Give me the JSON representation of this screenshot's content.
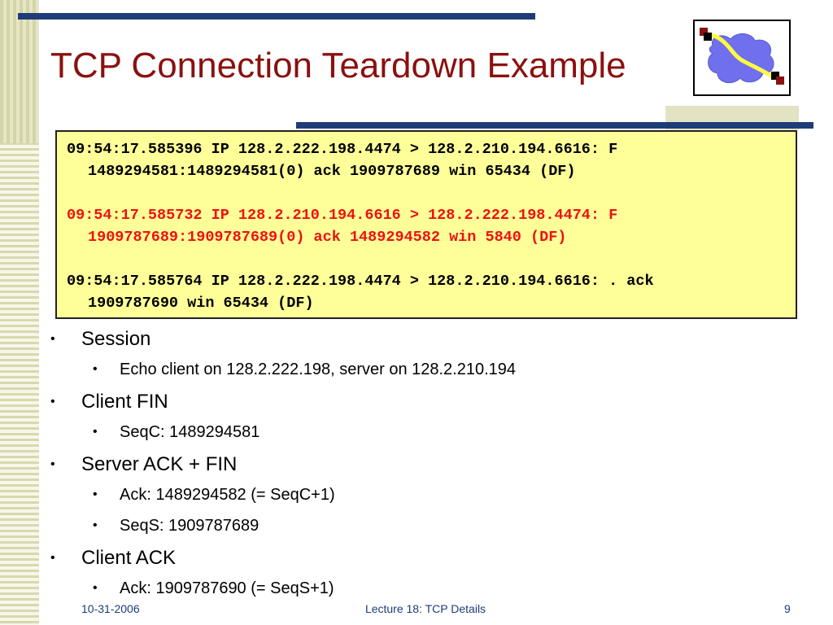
{
  "slide": {
    "title": "TCP Connection Teardown Example",
    "colors": {
      "title": "#8b1010",
      "accent_bar": "#1e3c78",
      "trace_bg": "#ffff99",
      "trace_red": "#ee1111"
    }
  },
  "trace": [
    {
      "color": "black",
      "line1": "09:54:17.585396 IP 128.2.222.198.4474 > 128.2.210.194.6616: F",
      "line2": "1489294581:1489294581(0) ack 1909787689 win 65434 (DF)"
    },
    {
      "color": "red",
      "line1": "09:54:17.585732 IP 128.2.210.194.6616 > 128.2.222.198.4474: F",
      "line2": "1909787689:1909787689(0) ack 1489294582 win 5840 (DF)"
    },
    {
      "color": "black",
      "line1": "09:54:17.585764 IP 128.2.222.198.4474 > 128.2.210.194.6616: . ack",
      "line2": "1909787690 win 65434 (DF)"
    }
  ],
  "bullets": [
    {
      "text": "Session",
      "subs": [
        "Echo client on 128.2.222.198, server on 128.2.210.194"
      ]
    },
    {
      "text": "Client FIN",
      "subs": [
        "SeqC: 1489294581"
      ]
    },
    {
      "text": "Server ACK + FIN",
      "subs": [
        "Ack: 1489294582 (= SeqC+1)",
        "SeqS: 1909787689"
      ]
    },
    {
      "text": "Client ACK",
      "subs": [
        "Ack: 1909787690 (= SeqS+1)"
      ]
    }
  ],
  "bullet_glyph": "•",
  "footer": {
    "date": "10-31-2006",
    "center": "Lecture 18: TCP Details",
    "page": "9"
  },
  "logo_icon": "network-cloud-icon"
}
